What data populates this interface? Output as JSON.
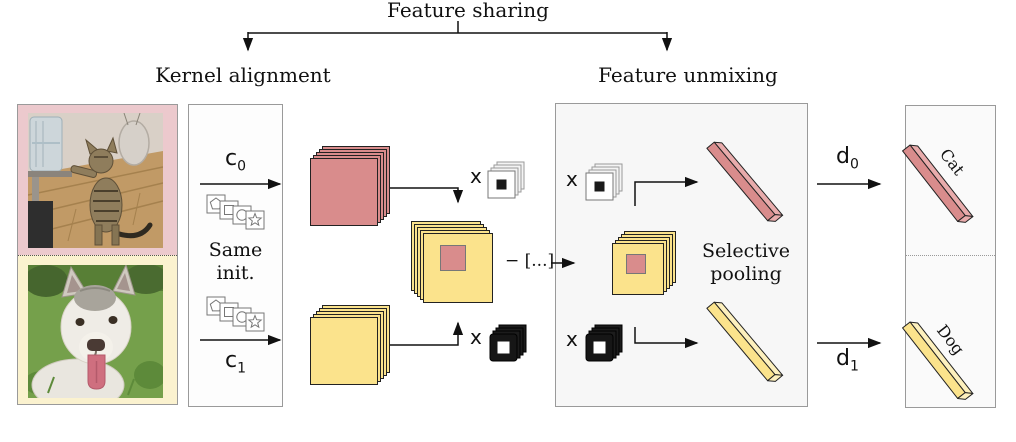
{
  "titles": {
    "feature_sharing": "Feature sharing",
    "kernel_alignment": "Kernel alignment",
    "feature_unmixing": "Feature unmixing"
  },
  "input_images": {
    "top": "cat-photo",
    "bottom": "dog-photo"
  },
  "kernel_box": {
    "c0_base": "c",
    "c0_sub": "0",
    "c1_base": "c",
    "c1_sub": "1",
    "same_init_line1": "Same",
    "same_init_line2": "init."
  },
  "operators": {
    "multiply": "x",
    "subtract_rest": "− [...]"
  },
  "unmixing_box": {
    "selective_pooling_line1": "Selective",
    "selective_pooling_line2": "pooling"
  },
  "decoders": {
    "d0_base": "d",
    "d0_sub": "0",
    "d1_base": "d",
    "d1_sub": "1"
  },
  "output_labels": {
    "top": "Cat",
    "bottom": "Dog"
  },
  "icons": {
    "kernel_shapes": "overlapping-kernel-squares-pentagon-square-circle-star",
    "white_mask_cube": "white-feature-mask-cube-black-center",
    "black_mask_cube": "black-feature-mask-cube-white-center"
  },
  "colors": {
    "red_map": "#d98c8c",
    "red_light": "#e8abab",
    "yellow_map": "#fbe38c",
    "yellow_light": "#fdf0bd",
    "pink_frame": "#ecc9cd",
    "cream_frame": "#fbf2cf",
    "panel_fill": "#f7f7f7",
    "panel_border": "#9a9a9a",
    "line": "#111111"
  }
}
